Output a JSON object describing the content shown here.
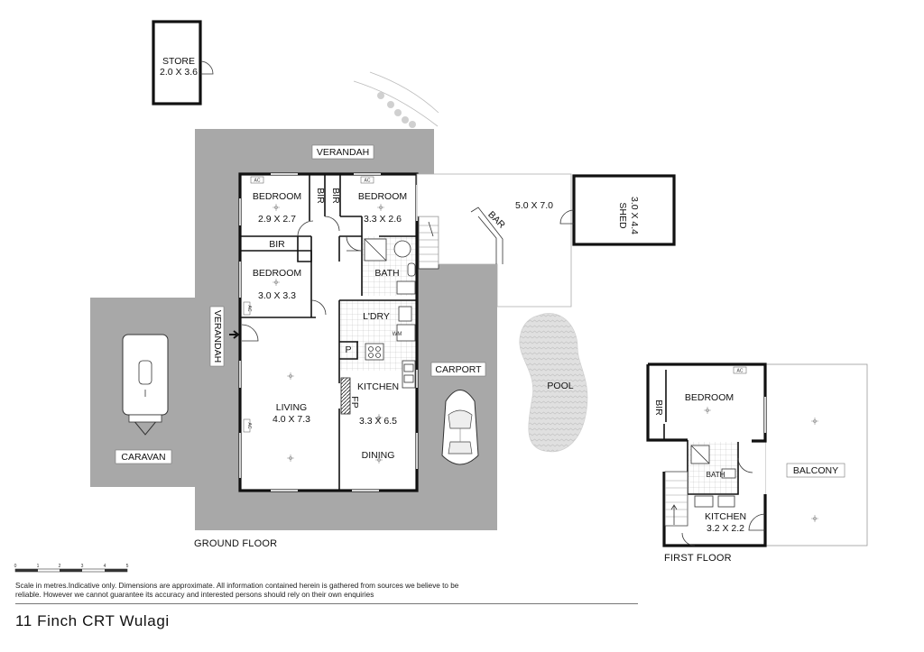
{
  "property": {
    "address": "11 Finch CRT Wulagi"
  },
  "floors": {
    "ground": "GROUND FLOOR",
    "first": "FIRST FLOOR"
  },
  "rooms": {
    "store": {
      "name": "STORE",
      "dims": "2.0 X 3.6"
    },
    "verandah_top": "VERANDAH",
    "verandah_side": "VERANDAH",
    "bedroom_1": {
      "name": "BEDROOM",
      "dims": "2.9 X 2.7"
    },
    "bedroom_2": {
      "name": "BEDROOM",
      "dims": "3.3 X 2.6"
    },
    "bedroom_3": {
      "name": "BEDROOM",
      "dims": "3.0 X 3.3"
    },
    "bir_1": "BIR",
    "bir_2": "BIR",
    "bir_3": "BIR",
    "bath": "BATH",
    "laundry": "L'DRY",
    "pantry": "P",
    "wm": "WM",
    "living": {
      "name": "LIVING",
      "dims": "4.0 X 7.3"
    },
    "fp": "FP",
    "kitchen": {
      "name": "KITCHEN",
      "dims": "3.3 X 6.5"
    },
    "dining": "DINING",
    "carport": "CARPORT",
    "caravan": "CARAVAN",
    "patio": {
      "dims": "5.0 X 7.0"
    },
    "bar": "BAR",
    "shed": {
      "name": "SHED",
      "dims": "3.0 X 4.4"
    },
    "pool": "POOL",
    "ac": "AC"
  },
  "first_floor_rooms": {
    "bedroom": {
      "name": "BEDROOM"
    },
    "bir": "BIR",
    "bath": "BATH",
    "kitchen": {
      "name": "KITCHEN",
      "dims": "3.2 X 2.2"
    },
    "balcony": "BALCONY"
  },
  "scale": {
    "ticks": [
      "0",
      "1",
      "2",
      "3",
      "4",
      "5"
    ]
  },
  "disclaimer": "Scale in metres.Indicative only. Dimensions are approximate. All information contained herein is gathered from sources we believe to be reliable. However we cannot guarantee its accuracy and interested persons should rely on their own enquiries"
}
